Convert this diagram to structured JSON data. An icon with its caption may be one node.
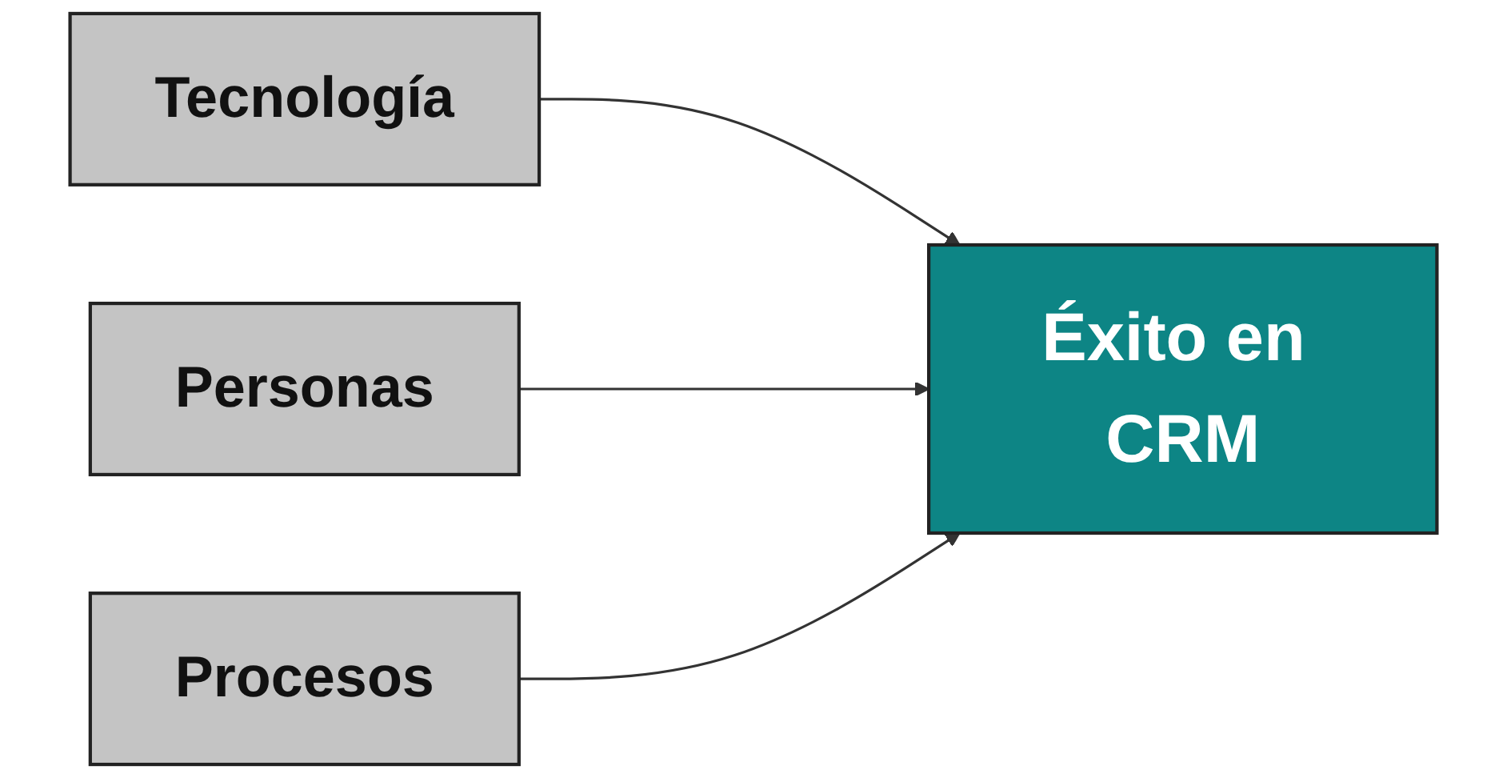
{
  "diagram": {
    "nodes": [
      {
        "text": [
          "Tecnología"
        ]
      },
      {
        "text": [
          "Personas"
        ]
      },
      {
        "text": [
          "Procesos"
        ]
      },
      {
        "text": [
          "Éxito en CRM"
        ]
      }
    ],
    "edges": [
      {
        "from": 0,
        "to": 3,
        "arrow": "to"
      },
      {
        "from": 1,
        "to": 3,
        "arrow": "to"
      },
      {
        "from": 2,
        "to": 3,
        "arrow": "to"
      }
    ]
  }
}
